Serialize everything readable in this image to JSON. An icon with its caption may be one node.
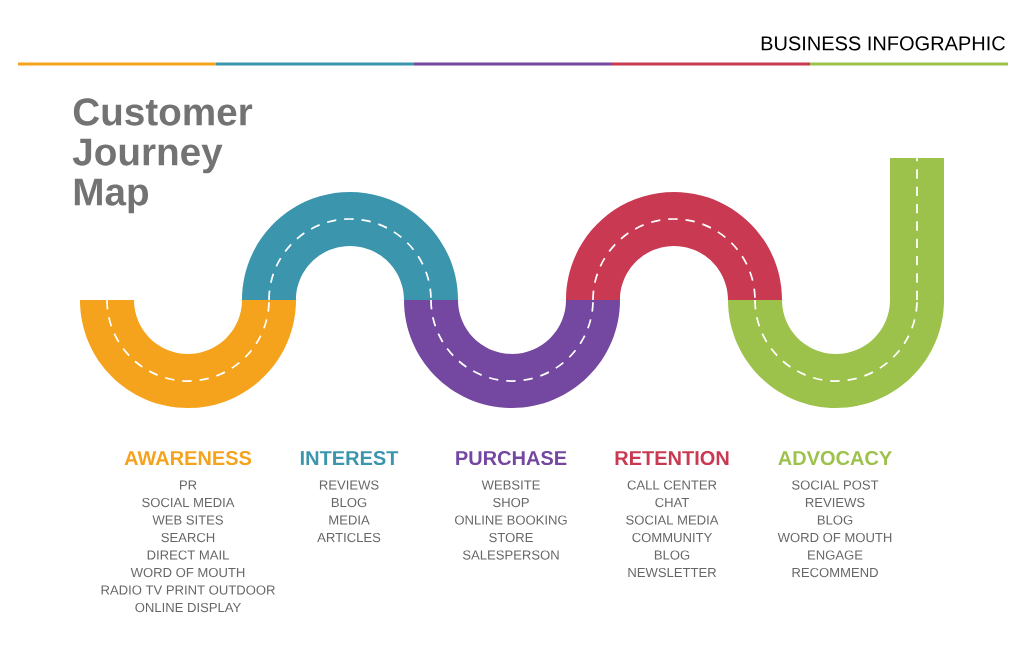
{
  "diagram": {
    "title": "Customer Journey Map",
    "labels": [
      "BUSINESS INFOGRAPHIC",
      "AWARENESS",
      "PR",
      "SOCIAL MEDIA",
      "WEB SITES",
      "SEARCH",
      "DIRECT MAIL",
      "WORD OF MOUTH",
      "RADIO TV PRINT OUTDOOR",
      "ONLINE DISPLAY",
      "INTEREST",
      "REVIEWS",
      "BLOG",
      "MEDIA",
      "ARTICLES",
      "PURCHASE",
      "WEBSITE",
      "SHOP",
      "ONLINE BOOKING",
      "STORE",
      "SALESPERSON",
      "RETENTION",
      "CALL CENTER",
      "CHAT",
      "SOCIAL MEDIA",
      "COMMUNITY",
      "BLOG",
      "NEWSLETTER",
      "ADVOCACY",
      "SOCIAL POST",
      "REVIEWS",
      "BLOG",
      "WORD OF MOUTH",
      "ENGAGE",
      "RECOMMEND"
    ]
  }
}
